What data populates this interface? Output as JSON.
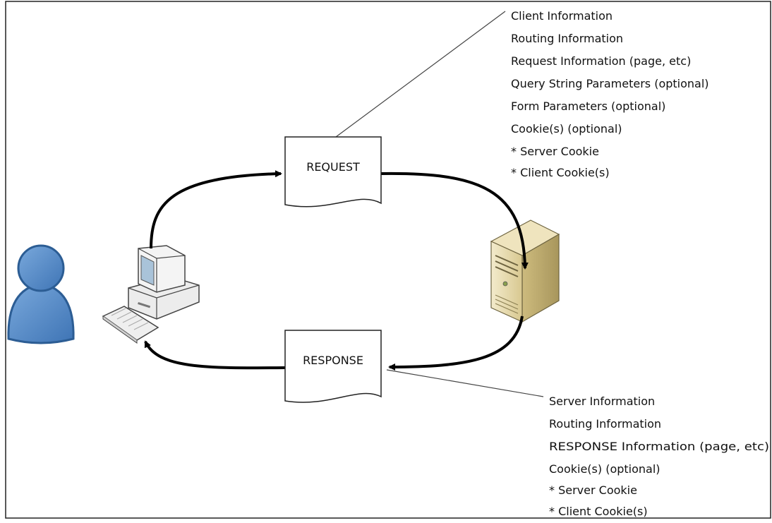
{
  "request_document": {
    "label": "REQUEST"
  },
  "response_document": {
    "label": "RESPONSE"
  },
  "request_details": [
    "Client Information",
    "Routing Information",
    "Request Information (page, etc)",
    "Query String Parameters (optional)",
    "Form Parameters (optional)",
    "Cookie(s) (optional)",
    "* Server Cookie",
    "* Client Cookie(s)"
  ],
  "response_details": [
    "Server Information",
    "Routing Information",
    "RESPONSE Information (page, etc)",
    "Cookie(s) (optional)",
    "* Server Cookie",
    "* Client Cookie(s)"
  ],
  "icons": {
    "user": "user-icon",
    "client": "desktop-computer-icon",
    "server": "server-tower-icon"
  },
  "colors": {
    "user_fill": "#4f86c6",
    "user_stroke": "#2c5d94",
    "server_beige": "#e9dcae",
    "monitor_screen": "#a9c3d9"
  }
}
